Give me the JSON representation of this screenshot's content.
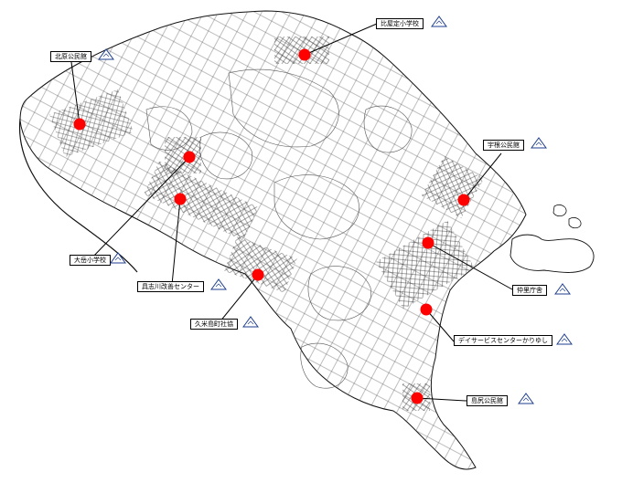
{
  "map": {
    "marker_color": "#ff0000",
    "label_border_color": "#000000",
    "triangle_color": "#1f3e8c",
    "locations": [
      {
        "id": "hiyajo",
        "name": "比屋定小学校"
      },
      {
        "id": "kitahara",
        "name": "北原公民館"
      },
      {
        "id": "ueki",
        "name": "宇根公民館"
      },
      {
        "id": "otake",
        "name": "大岳小学校"
      },
      {
        "id": "gushikawa",
        "name": "具志川改善センター"
      },
      {
        "id": "nakazato",
        "name": "仲里庁舎"
      },
      {
        "id": "shakyo",
        "name": "久米島町社協"
      },
      {
        "id": "kariyushi",
        "name": "デイサービスセンターかりゆし"
      },
      {
        "id": "torishima",
        "name": "島尻公民館"
      }
    ]
  }
}
